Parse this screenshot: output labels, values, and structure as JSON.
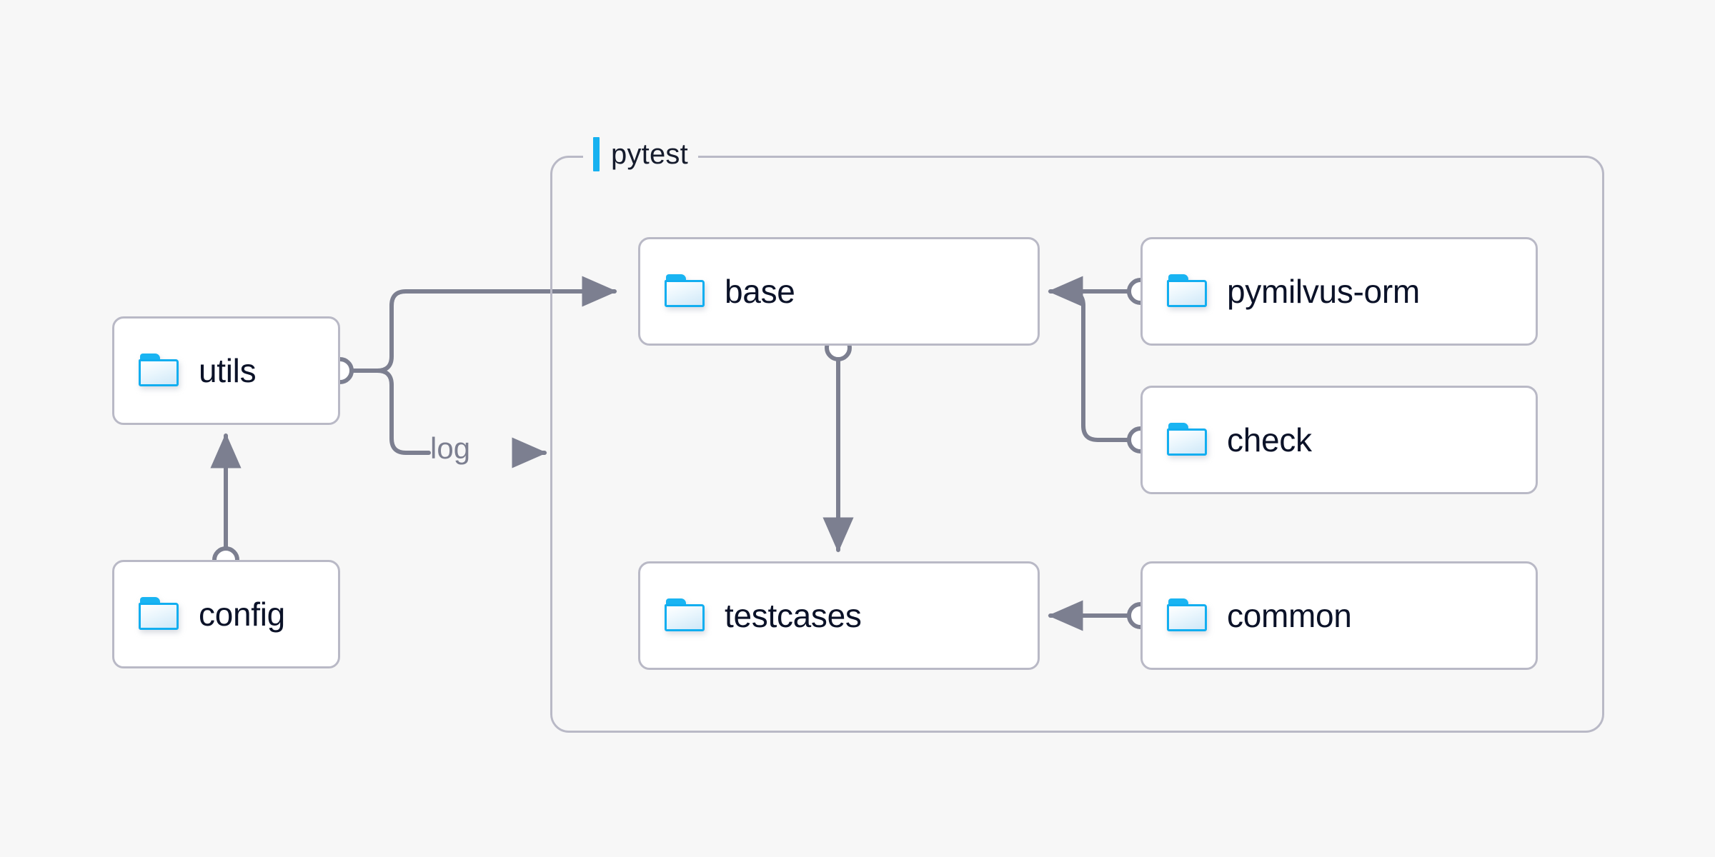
{
  "diagram": {
    "title_group": {
      "label": "pytest",
      "accent_color": "#16b1f0"
    },
    "background_color": "#f7f7f7",
    "node_border_color": "#b9b9c6",
    "edge_color": "#7c7f90",
    "folder_icon_color": "#12aef0",
    "nodes": [
      {
        "id": "utils",
        "label": "utils",
        "icon": "folder-icon"
      },
      {
        "id": "config",
        "label": "config",
        "icon": "folder-icon"
      },
      {
        "id": "base",
        "label": "base",
        "icon": "folder-icon"
      },
      {
        "id": "testcases",
        "label": "testcases",
        "icon": "folder-icon"
      },
      {
        "id": "pymilvus-orm",
        "label": "pymilvus-orm",
        "icon": "folder-icon"
      },
      {
        "id": "check",
        "label": "check",
        "icon": "folder-icon"
      },
      {
        "id": "common",
        "label": "common",
        "icon": "folder-icon"
      }
    ],
    "edges": [
      {
        "id": "config-utils",
        "from": "config",
        "to": "utils",
        "label": ""
      },
      {
        "id": "utils-base",
        "from": "utils",
        "to": "base",
        "label": ""
      },
      {
        "id": "utils-log",
        "from": "utils",
        "to": "pytest",
        "label": "log"
      },
      {
        "id": "base-testcases",
        "from": "base",
        "to": "testcases",
        "label": ""
      },
      {
        "id": "pymilvusorm-base",
        "from": "pymilvus-orm",
        "to": "base",
        "label": ""
      },
      {
        "id": "check-base",
        "from": "check",
        "to": "base",
        "label": ""
      },
      {
        "id": "common-testcases",
        "from": "common",
        "to": "testcases",
        "label": ""
      }
    ],
    "edge_labels": {
      "log": "log"
    }
  }
}
